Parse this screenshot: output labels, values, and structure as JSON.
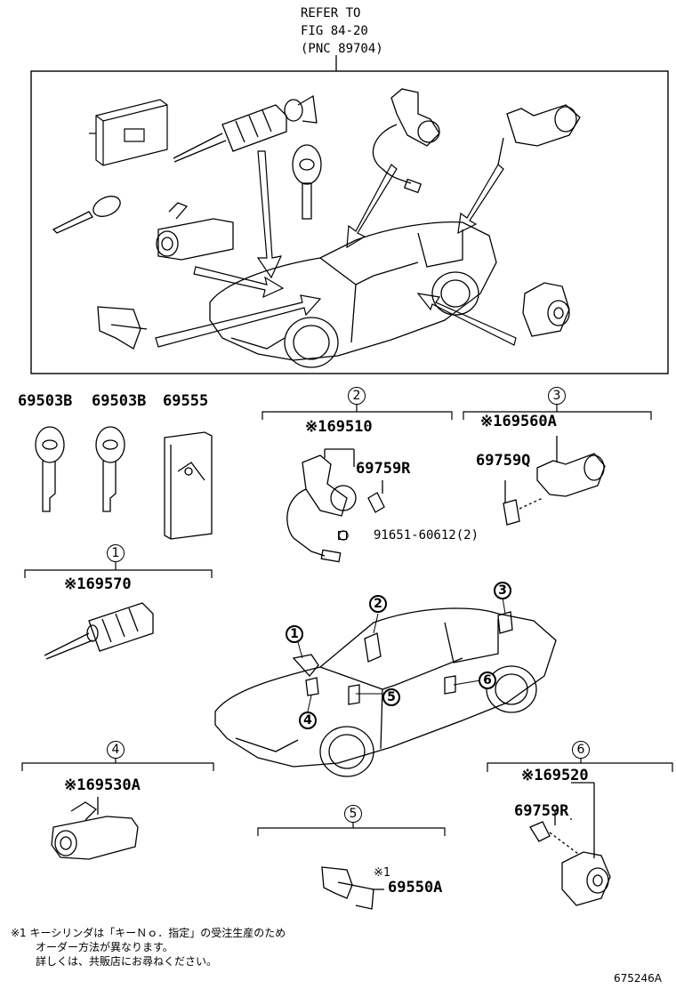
{
  "refer": {
    "line1": "REFER TO",
    "line2": "FIG 84-20",
    "line3": "(PNC 89704)"
  },
  "parts": {
    "key_a": "69503B",
    "key_b": "69503B",
    "wallet": "69555",
    "g2_main": "※169510",
    "g2_sub": "69759R",
    "g2_bolt": "91651-60612(2)",
    "g3_main": "※169560A",
    "g3_sub": "69759Q",
    "g1_main": "※169570",
    "g4_main": "※169530A",
    "g5_note": "※1",
    "g5_main": "69550A",
    "g6_main": "※169520",
    "g6_sub": "69759R"
  },
  "groups": {
    "g1": "1",
    "g2": "2",
    "g3": "3",
    "g4": "4",
    "g5": "5",
    "g6": "6"
  },
  "car_callouts": [
    "1",
    "2",
    "3",
    "4",
    "5",
    "6"
  ],
  "notes": {
    "line1": "※1 キーシリンダは「キーＮｏ．指定」の受注生産のため",
    "line2": "オーダー方法が異なります。",
    "line3": "詳しくは、共販店にお尋ねください。"
  },
  "figure_id": "675246A"
}
